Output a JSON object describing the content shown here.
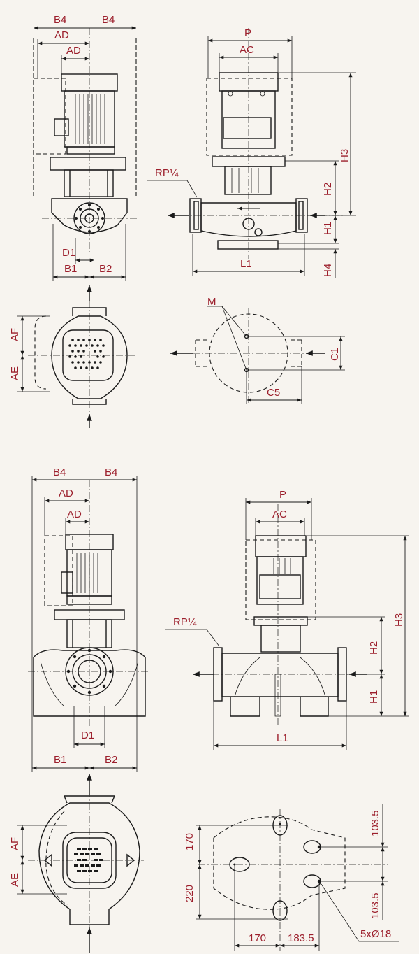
{
  "colors": {
    "label": "#9c1f2c",
    "line": "#1a1a1a",
    "paper": "#f7f4ef"
  },
  "labels": {
    "B4": "B4",
    "AD": "AD",
    "P": "P",
    "AC": "AC",
    "H1": "H1",
    "H2": "H2",
    "H3": "H3",
    "H4": "H4",
    "L1": "L1",
    "D1": "D1",
    "B1": "B1",
    "B2": "B2",
    "AE": "AE",
    "AF": "AF",
    "M": "M",
    "C1": "C1",
    "C5": "C5",
    "RP": "RP¼"
  },
  "dimensions": {
    "v170": "170",
    "v220": "220",
    "v103_top": "103.5",
    "v103_bot": "103.5",
    "h170": "170",
    "h183": "183.5",
    "holes": "5xØ18"
  },
  "icons": [
    "arrow-icon",
    "flow-arrow-icon"
  ]
}
